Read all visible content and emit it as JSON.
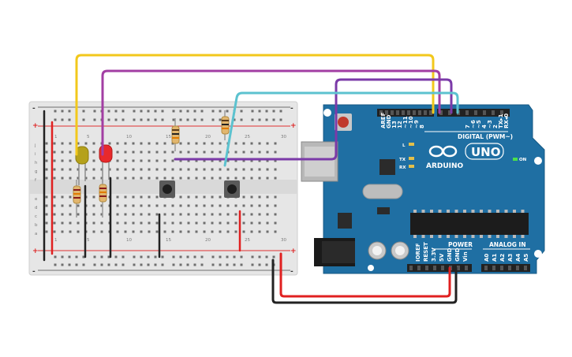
{
  "breadboard": {
    "column_numbers": [
      "1",
      "5",
      "10",
      "15",
      "20",
      "25",
      "30"
    ],
    "row_letters_top": [
      "j",
      "i",
      "h",
      "g",
      "f"
    ],
    "row_letters_bottom": [
      "e",
      "d",
      "c",
      "b",
      "a"
    ],
    "sign_plus": "+",
    "sign_minus": "-"
  },
  "arduino": {
    "brand": "ARDUINO",
    "model": "UNO",
    "header_digital": "DIGITAL (PWM~)",
    "header_power": "POWER",
    "header_analog": "ANALOG IN",
    "on_label": "ON",
    "l_label": "L",
    "tx_label": "TX",
    "rx_label": "RX",
    "digital_pins": [
      "AREF",
      "GND",
      "13",
      "12",
      "~11",
      "~10",
      "~9",
      "8",
      "7",
      "~6",
      "~5",
      "4",
      "~3",
      "2",
      "TX▸1",
      "RX◂0"
    ],
    "power_pins": [
      "IOREF",
      "RESET",
      "3.3V",
      "5V",
      "GND",
      "GND",
      "Vin"
    ],
    "analog_pins": [
      "A0",
      "A1",
      "A2",
      "A3",
      "A4",
      "A5"
    ]
  },
  "colors": {
    "board_blue": "#1f6fa3",
    "wire_yellow": "#f2c81c",
    "wire_purple": "#a23ea3",
    "wire_purple_dark": "#7b3aa8",
    "wire_cyan": "#5cc2cf",
    "wire_red": "#e02020",
    "wire_black": "#222222",
    "led_yellow": "#b5a11b",
    "led_red": "#e8292b"
  }
}
